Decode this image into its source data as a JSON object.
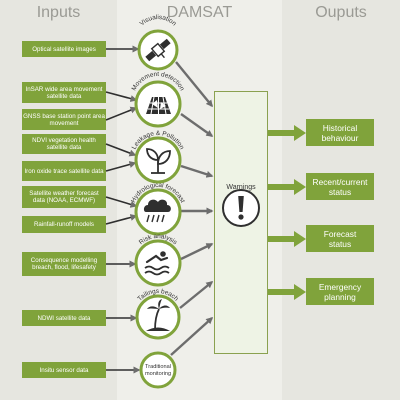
{
  "titles": {
    "inputs": "Inputs",
    "damsat": "DAMSAT",
    "outputs": "Ouputs"
  },
  "inputs": [
    "Optical satellite images",
    "InSAR wide area movement satellite data",
    "GNSS base station point area movement",
    "NDVI vegetation health satellite data",
    "Iron oxide trace satellite data",
    "Satellite weather forecast data (NOAA, ECMWF)",
    "Rainfall-runoff models",
    "Consequence modelling breach, flood, lifesafety",
    "NDWI satellite data",
    "Insitu sensor data"
  ],
  "modules": [
    {
      "label": "Visualisation",
      "icon": "satellite-icon"
    },
    {
      "label": "Movement detection",
      "icon": "movement-grid-icon"
    },
    {
      "label": "Leakage & Pollution",
      "icon": "plant-icon"
    },
    {
      "label": "Hydrological forecast",
      "icon": "rain-cloud-icon"
    },
    {
      "label": "Risk analysis",
      "icon": "swimmer-icon"
    },
    {
      "label": "Tailings beach",
      "icon": "island-icon"
    },
    {
      "label": "Traditional monitoring",
      "icon": "monitoring-icon"
    }
  ],
  "warnings": {
    "label": "Warnings",
    "icon": "warning-icon"
  },
  "outputs": [
    "Historical\nbehaviour",
    "Recent/current\nstatus",
    "Forecast\nstatus",
    "Emergency\nplanning"
  ],
  "colors": {
    "green": "#80a33b",
    "dark": "#2f2f2f",
    "arrow": "#6d6d6d",
    "arrow_green": "#80a33b",
    "title": "#9a9a94"
  }
}
